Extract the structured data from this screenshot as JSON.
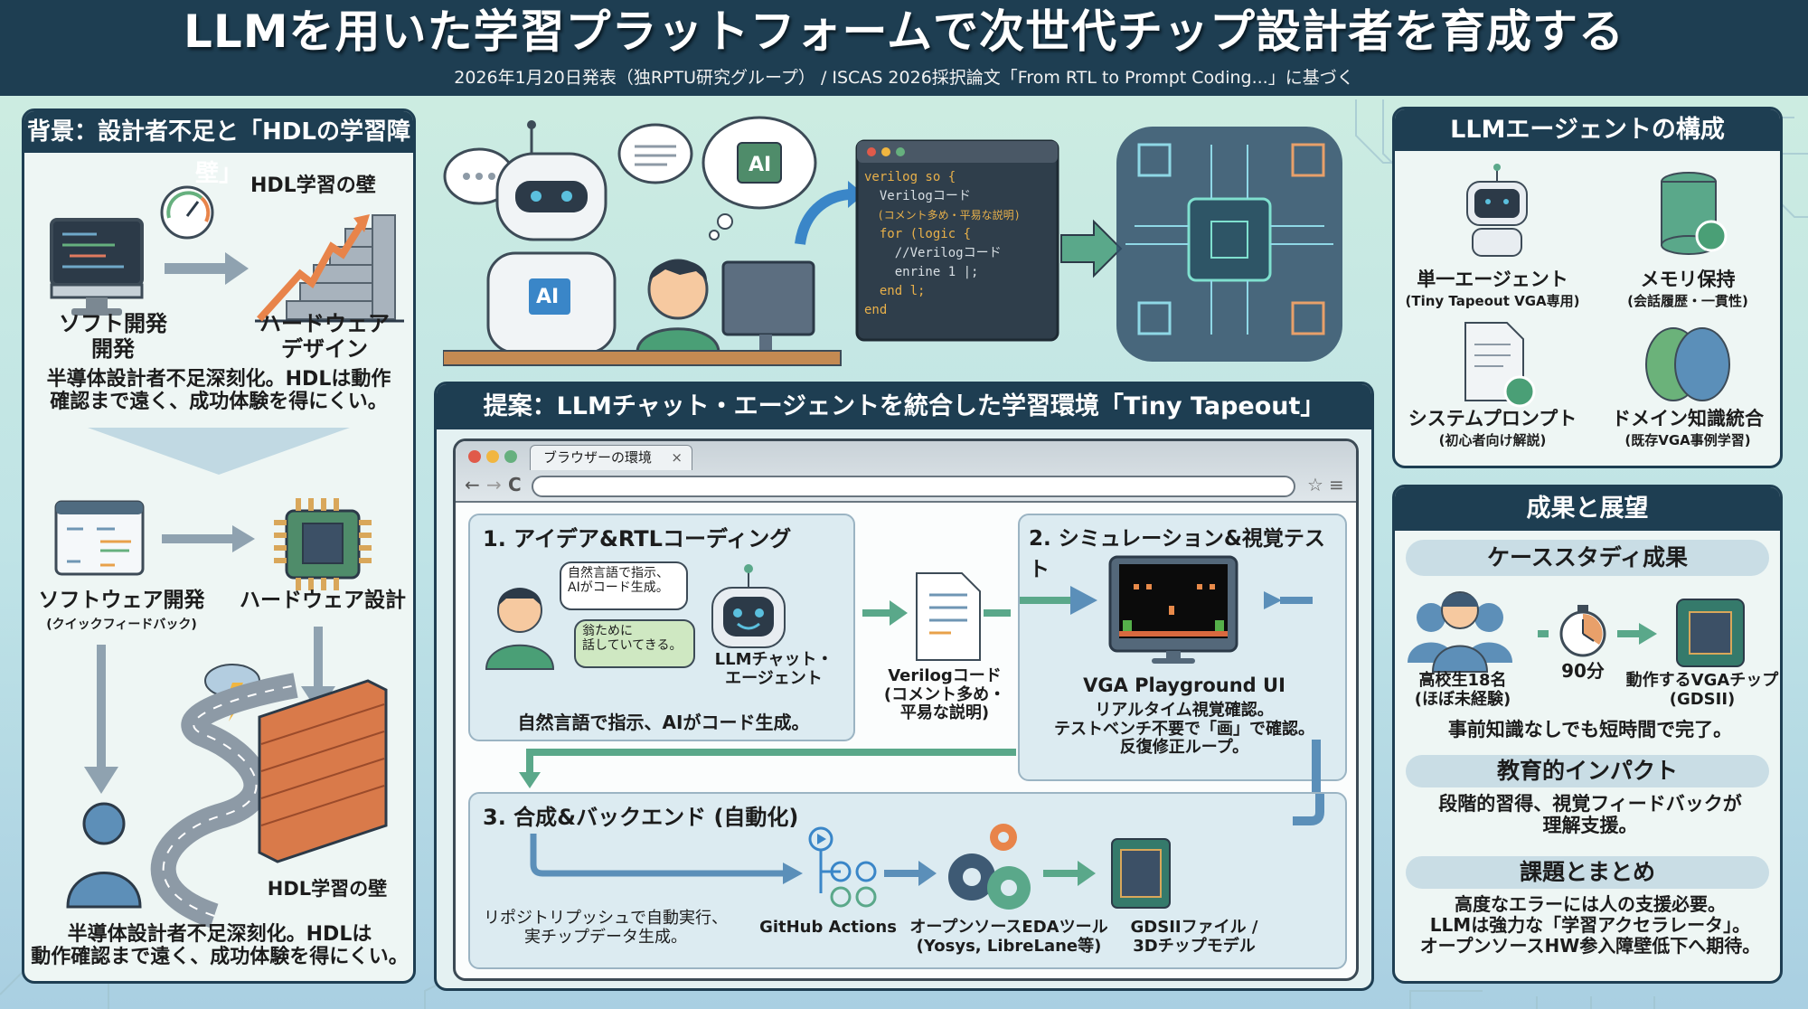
{
  "header": {
    "title": "LLMを用いた学習プラットフォームで次世代チップ設計者を育成する",
    "subtitle": "2026年1月20日発表（独RPTU研究グループ） / ISCAS 2026採択論文「From RTL to Prompt Coding...」に基づく"
  },
  "colors": {
    "navy": "#1e3e52",
    "green": "#5aa88a",
    "blue": "#5b8fb9",
    "orange": "#e8844a",
    "panel": "#eef6f4"
  },
  "background_panel": {
    "title": "背景：設計者不足と「HDLの学習障壁」",
    "wall_label_top": "HDL学習の壁",
    "soft_label": "ソフト開発\n開発",
    "hard_label": "ハードウェア\nデザイン",
    "summary_top": "半導体設計者不足深刻化。HDLは動作\n確認まで遠く、成功体験を得にくい。",
    "sw_label": "ソフトウェア開発",
    "sw_sub": "(クイックフィードバック)",
    "hw_label": "ハードウェア設計",
    "wall_label_bottom": "HDL学習の壁",
    "summary_bottom": "半導体設計者不足深刻化。HDLは\n動作確認まで遠く、成功体験を得にくい。"
  },
  "hero": {
    "robot_badge": "AI",
    "chip_badge": "AI",
    "code_lines": [
      "verilog so {",
      "  Verilogコード",
      "  (コメント多め・平易な説明)",
      "  for (logic {",
      "    //Verilogコード",
      "    enrine 1 |;",
      "  end l;",
      "end"
    ]
  },
  "proposal": {
    "title": "提案：LLMチャット・エージェントを統合した学習環境「Tiny Tapeout」",
    "browser_tab": "ブラウザーの環境",
    "tab_close": "×",
    "nav": {
      "back": "←",
      "forward": "→",
      "reload": "C",
      "star": "☆",
      "menu": "≡"
    },
    "step1": {
      "title": "1. アイデア&RTLコーディング",
      "bubble_user": "自然言語で指示、\nAIがコード生成。",
      "bubble_ai": "翁ために\n話していてきる。",
      "agent_label": "LLMチャット・\nエージェント",
      "caption": "自然言語で指示、AIがコード生成。"
    },
    "verilog_doc": "Verilogコード\n(コメント多め・\n平易な説明)",
    "step2": {
      "title": "2. シミュレーション&視覚テスト",
      "ui_label": "VGA Playground UI",
      "caption": "リアルタイム視覚確認。\nテストベンチ不要で「画」で確認。\n反復修正ループ。"
    },
    "step3": {
      "title": "3. 合成&バックエンド (自動化)",
      "caption": "リポジトリプッシュで自動実行、\n実チップデータ生成。",
      "github_label": "GitHub Actions",
      "eda_label": "オープンソースEDAツール\n(Yosys, LibreLane等)",
      "gds_label": "GDSIIファイル /\n3Dチップモデル"
    }
  },
  "agent_panel": {
    "title": "LLMエージェントの構成",
    "items": [
      {
        "name": "単一エージェント",
        "sub": "(Tiny Tapeout VGA専用)",
        "icon": "robot-icon"
      },
      {
        "name": "メモリ保持",
        "sub": "(会話履歴・一貫性)",
        "icon": "database-icon"
      },
      {
        "name": "システムプロンプト",
        "sub": "(初心者向け解説)",
        "icon": "document-icon"
      },
      {
        "name": "ドメイン知識統合",
        "sub": "(既存VGA事例学習)",
        "icon": "brain-icon"
      }
    ]
  },
  "results_panel": {
    "title": "成果と展望",
    "case_title": "ケーススタディ成果",
    "students": "高校生18名\n(ほぼ未経験)",
    "time": "90分",
    "chip": "動作するVGAチップ\n(GDSII)",
    "case_caption": "事前知識なしでも短時間で完了。",
    "impact_title": "教育的インパクト",
    "impact_text": "段階的習得、視覚フィードバックが\n理解支援。",
    "summary_title": "課題とまとめ",
    "summary_text": "高度なエラーには人の支援必要。\nLLMは強力な「学習アクセラレータ」。\nオープンソースHW参入障壁低下へ期待。"
  }
}
